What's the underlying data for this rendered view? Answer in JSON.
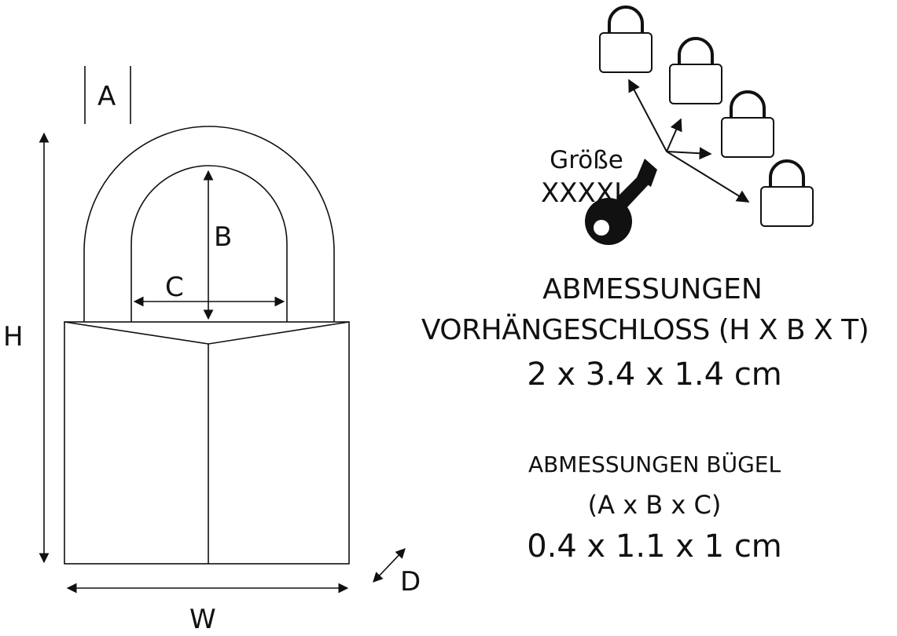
{
  "diagram": {
    "labels": {
      "a": "A",
      "b": "B",
      "c": "C",
      "h": "H",
      "w": "W",
      "d": "D"
    },
    "size_label": {
      "line1": "Größe",
      "line2": "XXXXL"
    }
  },
  "padlock_dimensions": {
    "heading": "ABMESSUNGEN",
    "subheading": "VORHÄNGESCHLOSS (H X B X T)",
    "value": "2 x 3.4 x 1.4 cm"
  },
  "shackle_dimensions": {
    "heading": "ABMESSUNGEN BÜGEL",
    "subheading": "(A x B x C)",
    "value": "0.4 x 1.1 x 1 cm"
  },
  "colors": {
    "ink": "#111111",
    "background": "#ffffff"
  }
}
